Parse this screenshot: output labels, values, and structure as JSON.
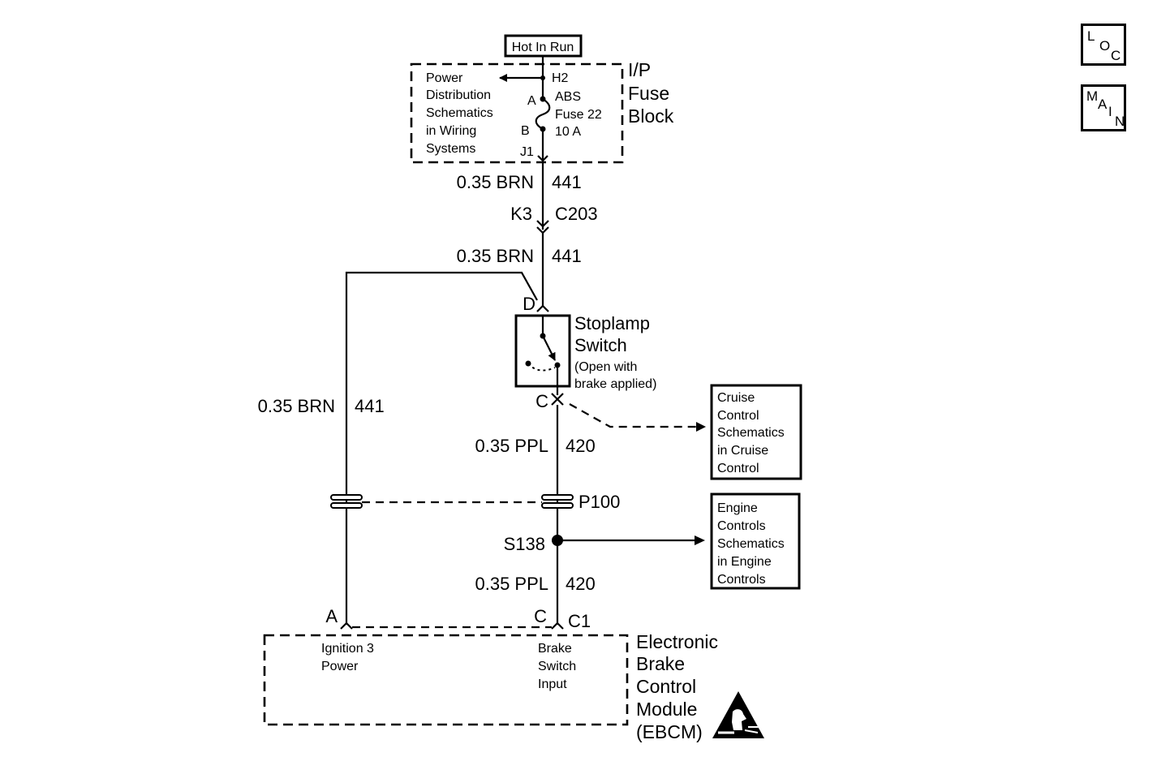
{
  "nav": {
    "loc": [
      "L",
      "O",
      "C"
    ],
    "main": [
      "M",
      "A",
      "I",
      "N"
    ]
  },
  "power": {
    "hot_in_run": "Hot In Run",
    "h2": "H2",
    "pin_a": "A",
    "pin_b": "B",
    "j1": "J1",
    "fuse": [
      "ABS",
      "Fuse 22",
      "10 A"
    ],
    "pds_note": [
      "Power",
      "Distribution",
      "Schematics",
      "in Wiring",
      "Systems"
    ],
    "fuse_block": [
      "I/P",
      "Fuse",
      "Block"
    ]
  },
  "wires": {
    "w1_size_color": "0.35 BRN",
    "w1_circuit": "441",
    "w2_size_color": "0.35 BRN",
    "w2_circuit": "441",
    "w3_size_color": "0.35 BRN",
    "w3_circuit": "441",
    "w4_size_color": "0.35 PPL",
    "w4_circuit": "420",
    "w5_size_color": "0.35 PPL",
    "w5_circuit": "420"
  },
  "connectors": {
    "k3": "K3",
    "c203": "C203",
    "d": "D",
    "c": "C",
    "p100": "P100",
    "s138": "S138",
    "a": "A",
    "c_bottom": "C",
    "c1": "C1"
  },
  "stoplamp": {
    "title": [
      "Stoplamp",
      "Switch"
    ],
    "note": [
      "(Open with",
      "brake applied)"
    ]
  },
  "cruise_box": [
    "Cruise",
    "Control",
    "Schematics",
    "in Cruise",
    "Control"
  ],
  "engine_box": [
    "Engine",
    "Controls",
    "Schematics",
    "in Engine",
    "Controls"
  ],
  "ebcm": {
    "pin_a_label": [
      "Ignition 3",
      "Power"
    ],
    "pin_c_label": [
      "Brake",
      "Switch",
      "Input"
    ],
    "title": [
      "Electronic",
      "Brake",
      "Control",
      "Module",
      "(EBCM)"
    ],
    "esd_icon": "esd-warning-icon"
  }
}
